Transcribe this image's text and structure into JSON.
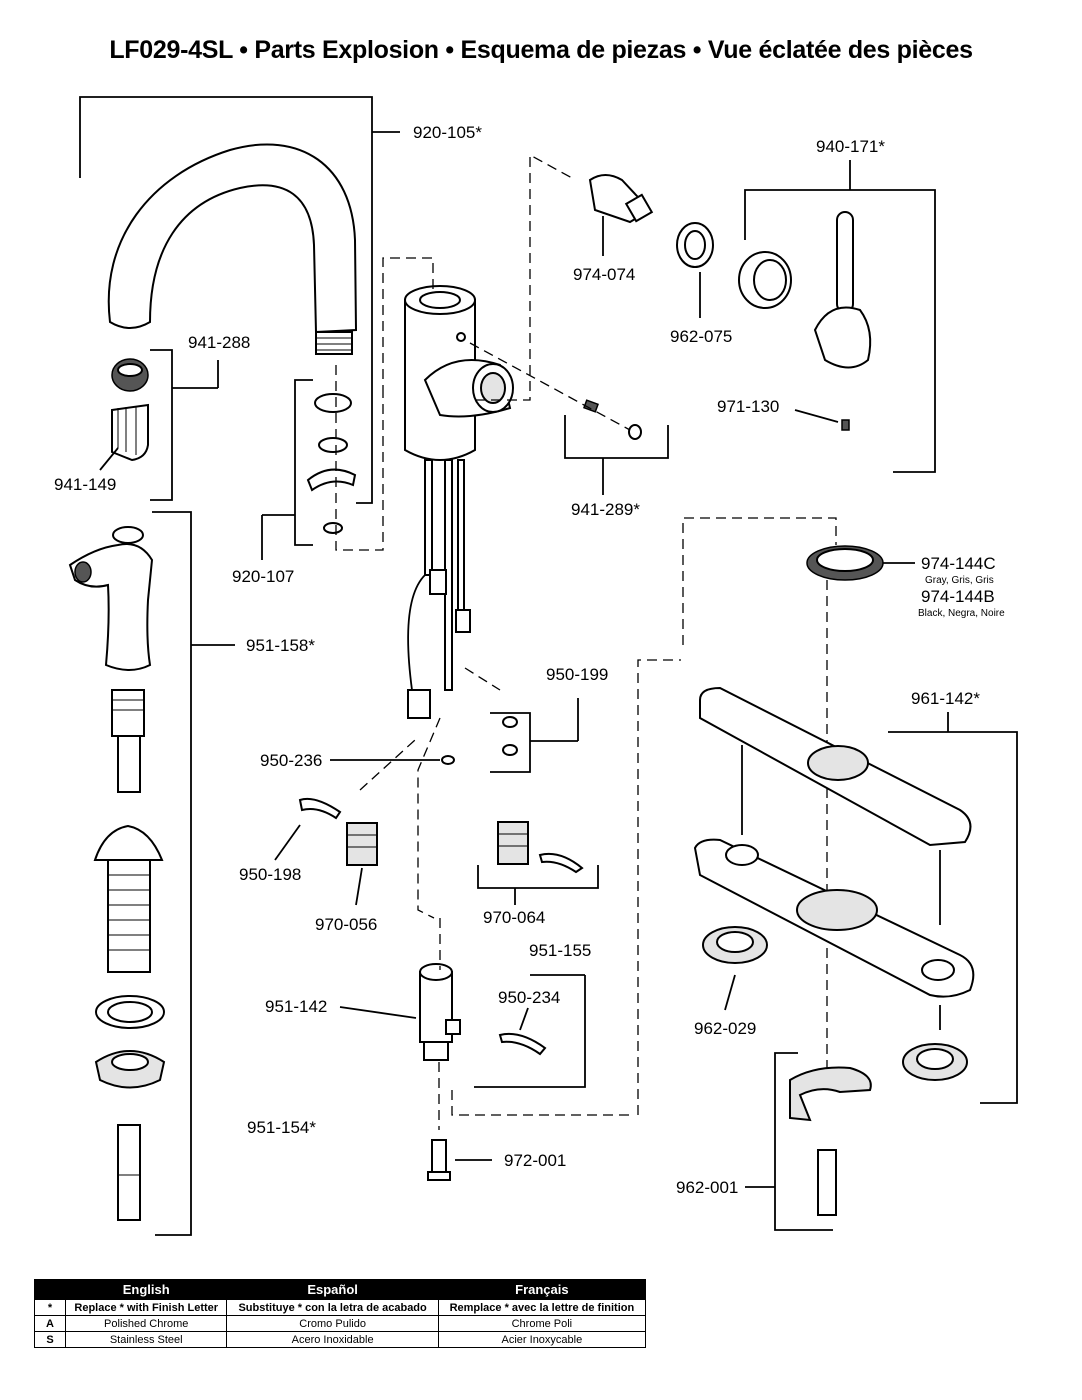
{
  "title": "LF029-4SL • Parts Explosion • Esquema de piezas • Vue éclatée des pièces",
  "parts": {
    "p920_105": "920-105*",
    "p941_288": "941-288",
    "p941_149": "941-149",
    "p920_107": "920-107",
    "p951_158": "951-158*",
    "p974_074": "974-074",
    "p962_075": "962-075",
    "p940_171": "940-171*",
    "p971_130": "971-130",
    "p941_289": "941-289*",
    "p974_144c": "974-144C",
    "p974_144c_note": "Gray, Gris, Gris",
    "p974_144b": "974-144B",
    "p974_144b_note": "Black, Negra, Noire",
    "p961_142": "961-142*",
    "p950_199": "950-199",
    "p950_236": "950-236",
    "p950_198": "950-198",
    "p970_056": "970-056",
    "p970_064": "970-064",
    "p951_155": "951-155",
    "p950_234": "950-234",
    "p951_142": "951-142",
    "p962_029": "962-029",
    "p951_154": "951-154*",
    "p972_001": "972-001",
    "p962_001": "962-001"
  },
  "legend": {
    "headers": [
      "English",
      "Español",
      "Français"
    ],
    "rows": [
      {
        "key": "*",
        "en": "Replace * with Finish Letter",
        "es": "Substituye * con la letra de acabado",
        "fr": "Remplace * avec la lettre de finition"
      },
      {
        "key": "A",
        "en": "Polished Chrome",
        "es": "Cromo Pulido",
        "fr": "Chrome Poli"
      },
      {
        "key": "S",
        "en": "Stainless Steel",
        "es": "Acero Inoxidable",
        "fr": "Acier Inoxycable"
      }
    ]
  }
}
